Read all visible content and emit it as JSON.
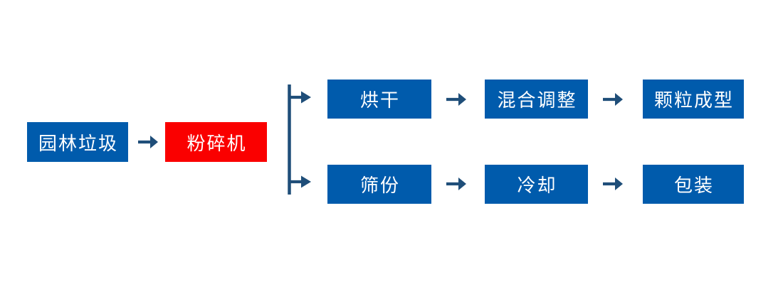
{
  "colors": {
    "box_blue": "#005bac",
    "box_red": "#fa0000",
    "arrow": "#1f4e79",
    "box_text": "#ffffff",
    "background": "#ffffff"
  },
  "flow": {
    "input": {
      "label": "园林垃圾"
    },
    "crusher": {
      "label": "粉碎机"
    },
    "top_branch": {
      "steps": [
        {
          "label": "烘干"
        },
        {
          "label": "混合调整"
        },
        {
          "label": "颗粒成型"
        }
      ]
    },
    "bottom_branch": {
      "steps": [
        {
          "label": "筛份"
        },
        {
          "label": "冷却"
        },
        {
          "label": "包装"
        }
      ]
    },
    "icons": {
      "arrow_right_glyph": "→",
      "branch_split_glyph": "⇉"
    }
  }
}
